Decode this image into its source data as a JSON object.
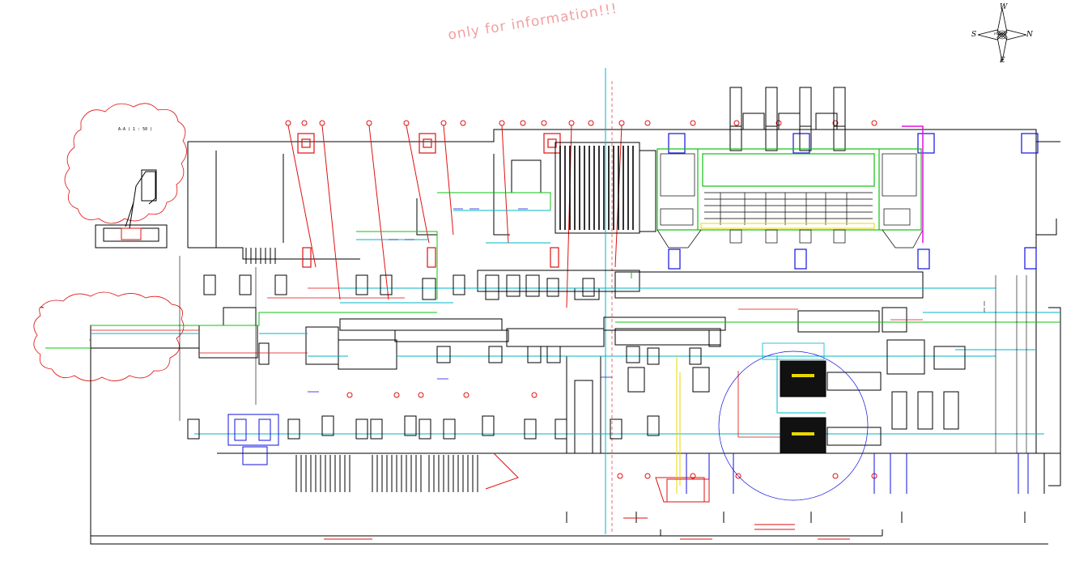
{
  "watermark": "only for information!!!",
  "compass": {
    "north": "N",
    "south": "S",
    "east": "E",
    "west": "W",
    "center": "PLANT"
  },
  "detail_label": "A-A ( 1 : 50 )",
  "colors": {
    "line": "#000000",
    "red": "#e01010",
    "blue": "#1010e0",
    "cyan": "#00b4c8",
    "green": "#10c010",
    "magenta": "#e010e0",
    "yellow": "#e8d800",
    "watermark": "#f2a0a0"
  }
}
